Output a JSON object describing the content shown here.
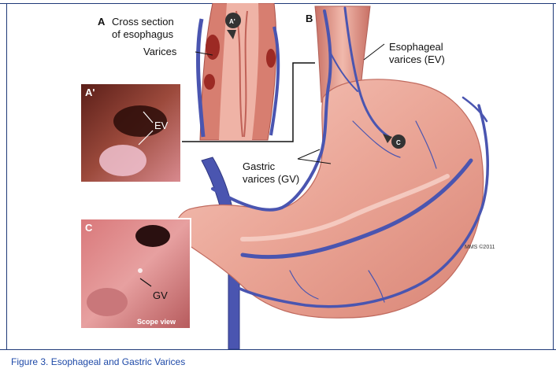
{
  "panel_labels": {
    "a": "A",
    "a_prime": "A'",
    "b": "B",
    "c": "C"
  },
  "labels": {
    "cross_section_line1": "Cross section",
    "cross_section_line2": "of esophagus",
    "varices": "Varices",
    "ev_line1": "Esophageal",
    "ev_line2": "varices (EV)",
    "gv_line1": "Gastric",
    "gv_line2": "varices (GV)",
    "ev_inset": "EV",
    "gv_inset": "GV",
    "scope_view": "Scope view",
    "marker_a_prime": "A'",
    "marker_c": "C"
  },
  "signature": "MMS ©2011",
  "caption": "Figure 3. Esophageal and Gastric Varices",
  "colors": {
    "vein": "#4a55b0",
    "tissue": "#e9a89a",
    "rule": "#1f3a78",
    "caption": "#1f4aa8"
  }
}
